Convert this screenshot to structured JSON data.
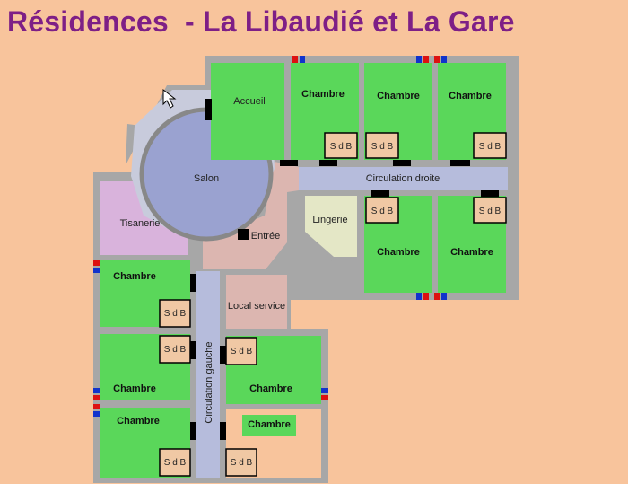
{
  "title": "Résidences  - La Libaudié et La Gare",
  "colors": {
    "background": "#f8c49c",
    "title": "#7e1f86",
    "chambre": "#5ad75a",
    "salon": "#9aa2d0",
    "circulation": "#b6bcdc",
    "tisanerie": "#d9b3dc",
    "entree": "#dcb6b0",
    "lingerie": "#e4e7c6",
    "local": "#dcb6b0",
    "sdb": "#f0c8a4",
    "wall": "#999999",
    "door": "#000000",
    "window_red": "#dd1111",
    "window_blue": "#1133cc"
  },
  "rooms": {
    "accueil": "Accueil",
    "salon": "Salon",
    "tisanerie": "Tisanerie",
    "entree": "Entrée",
    "lingerie": "Lingerie",
    "local_service": "Local service",
    "circulation_droite": "Circulation droite",
    "circulation_gauche": "Circulation gauche",
    "chambre": "Chambre",
    "sdb": "S d B"
  }
}
